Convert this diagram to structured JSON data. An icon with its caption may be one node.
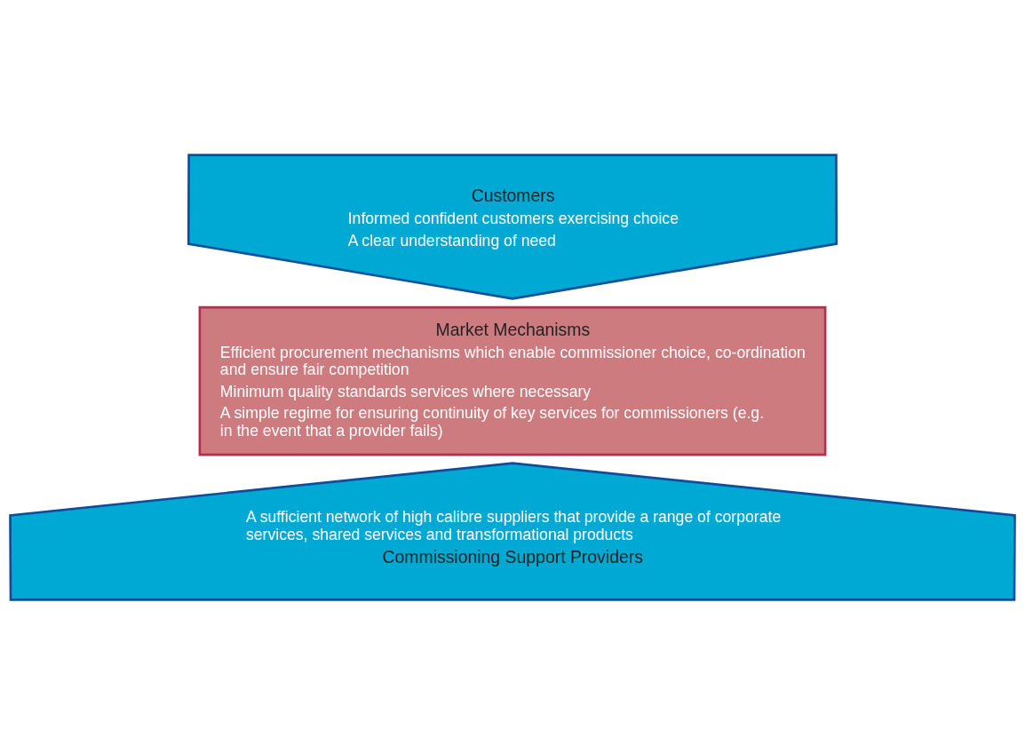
{
  "diagram": {
    "nodes": [
      {
        "text": [
          "Customers",
          "Informed confident customers exercising choice",
          "A clear understanding of need"
        ]
      },
      {
        "text": [
          "Market Mechanisms",
          "Efficient procurement mechanisms which enable commissioner choice, co-ordination and ensure fair competition",
          "Minimum quality standards services where necessary",
          "A simple regime for ensuring continuity of key services for commissioners (e.g. in the event that a provider fails)"
        ]
      },
      {
        "text": [
          "A sufficient network of high calibre suppliers that provide a range of corporate services, shared services and transformational products",
          "Commissioning Support Providers"
        ]
      }
    ],
    "edges": []
  }
}
